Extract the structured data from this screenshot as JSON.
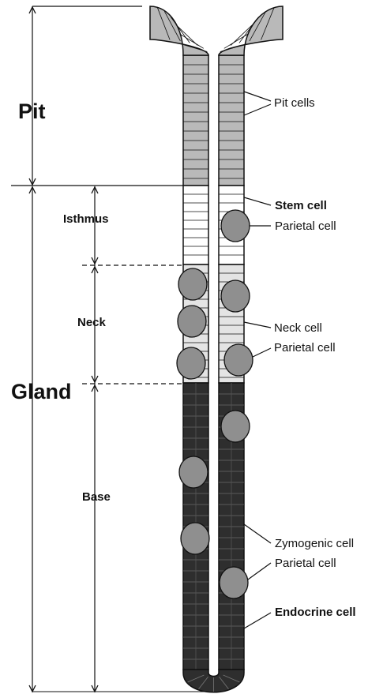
{
  "regions": {
    "pit": "Pit",
    "gland": "Gland"
  },
  "zones": {
    "isthmus": "Isthmus",
    "neck": "Neck",
    "base": "Base"
  },
  "cell_labels": {
    "pit_cells": "Pit cells",
    "stem_cell": "Stem cell",
    "parietal_cell_isthmus": "Parietal cell",
    "neck_cell": "Neck cell",
    "parietal_cell_neck": "Parietal cell",
    "zymogenic_cell": "Zymogenic cell",
    "parietal_cell_base": "Parietal cell",
    "endocrine_cell": "Endocrine cell"
  },
  "colors": {
    "pit_fill": "#b9b9b9",
    "isthmus_fill": "#ffffff",
    "neck_fill": "#e4e4e4",
    "base_fill": "#2e2e2e",
    "parietal_fill": "#8f8f8f",
    "line": "#111111"
  }
}
